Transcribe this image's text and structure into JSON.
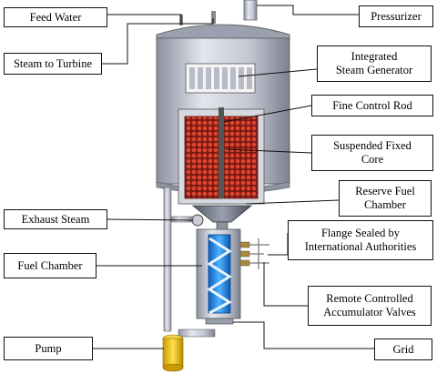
{
  "diagram": {
    "labels": {
      "feed_water": "Feed Water",
      "steam_to_turbine": "Steam to Turbine",
      "pressurizer": "Pressurizer",
      "integrated_steam_generator_1": "Integrated",
      "integrated_steam_generator_2": "Steam Generator",
      "fine_control_rod": "Fine Control Rod",
      "suspended_fixed_core_1": "Suspended Fixed",
      "suspended_fixed_core_2": "Core",
      "reserve_fuel_chamber_1": "Reserve Fuel",
      "reserve_fuel_chamber_2": "Chamber",
      "exhaust_steam": "Exhaust Steam",
      "flange_1": "Flange Sealed by",
      "flange_2": "International Authorities",
      "fuel_chamber": "Fuel Chamber",
      "remote_valves_1": "Remote Controlled",
      "remote_valves_2": "Accumulator Valves",
      "pump": "Pump",
      "grid": "Grid"
    },
    "colors": {
      "vessel_steel": "#c9ccd6",
      "core_red": "#c0392b",
      "coolant_blue": "#1e90ff",
      "pump_yellow": "#f2c200",
      "leader_line": "#111111"
    }
  }
}
